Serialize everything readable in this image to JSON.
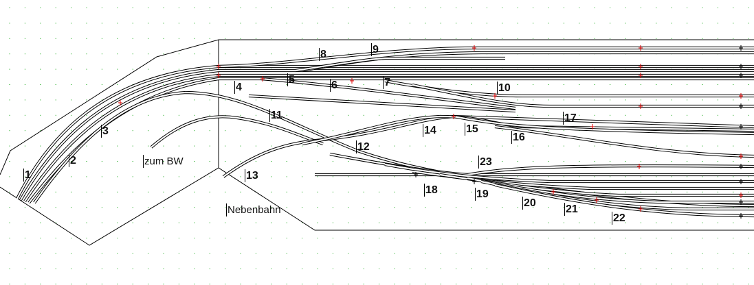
{
  "diagram": {
    "type": "track-plan",
    "colors": {
      "grid_dot": "#00a000",
      "track": "#000000",
      "marker": "#e00000"
    },
    "turnout_labels": [
      "1",
      "2",
      "3",
      "4",
      "5",
      "6",
      "7",
      "8",
      "9",
      "10",
      "11",
      "12",
      "13",
      "14",
      "15",
      "16",
      "17",
      "18",
      "19",
      "20",
      "21",
      "22",
      "23"
    ],
    "annotations": {
      "depot": "zum BW",
      "branch_line": "Nebenbahn"
    }
  }
}
